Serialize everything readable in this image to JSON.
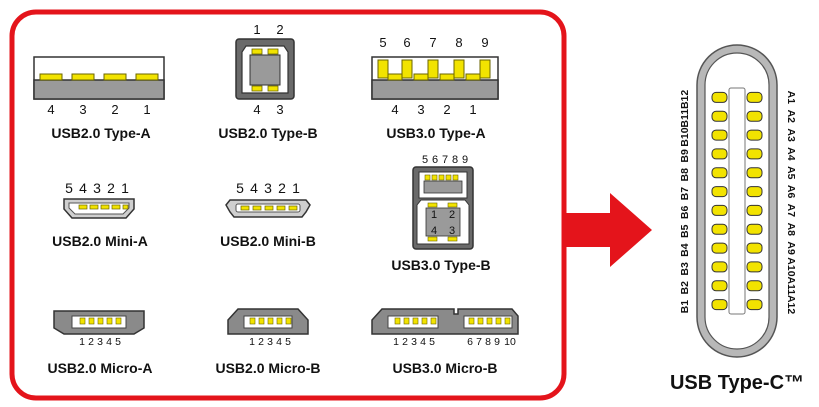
{
  "colors": {
    "frame_red": "#e4141b",
    "gold": "#f2e300",
    "gold_stroke": "#6b6600",
    "metal": "#9a9a9a",
    "dark": "#4a4a4a"
  },
  "connectors": {
    "usb2_type_a": {
      "name": "USB2.0 Type-A",
      "pins": [
        "4",
        "3",
        "2",
        "1"
      ]
    },
    "usb2_type_b": {
      "name": "USB2.0 Type-B",
      "pins_top": [
        "1",
        "2"
      ],
      "pins_bottom": [
        "4",
        "3"
      ]
    },
    "usb3_type_a": {
      "name": "USB3.0 Type-A",
      "pins_top": [
        "5",
        "6",
        "7",
        "8",
        "9"
      ],
      "pins_bottom": [
        "4",
        "3",
        "2",
        "1"
      ]
    },
    "usb2_mini_a": {
      "name": "USB2.0 Mini-A",
      "pins": [
        "5",
        "4",
        "3",
        "2",
        "1"
      ]
    },
    "usb2_mini_b": {
      "name": "USB2.0 Mini-B",
      "pins": [
        "5",
        "4",
        "3",
        "2",
        "1"
      ]
    },
    "usb3_type_b": {
      "name": "USB3.0 Type-B",
      "pins_top": [
        "5",
        "6",
        "7",
        "8",
        "9"
      ],
      "pins_inner_top": [
        "1",
        "2"
      ],
      "pins_inner_bottom": [
        "4",
        "3"
      ]
    },
    "usb2_micro_a": {
      "name": "USB2.0 Micro-A",
      "pins": [
        "1",
        "2",
        "3",
        "4",
        "5"
      ]
    },
    "usb2_micro_b": {
      "name": "USB2.0 Micro-B",
      "pins": [
        "1",
        "2",
        "3",
        "4",
        "5"
      ]
    },
    "usb3_micro_b": {
      "name": "USB3.0 Micro-B",
      "pins_left": [
        "1",
        "2",
        "3",
        "4",
        "5"
      ],
      "pins_right": [
        "6",
        "7",
        "8",
        "9",
        "10"
      ]
    }
  },
  "type_c": {
    "name": "USB Type-C™",
    "left_pins": [
      "B1",
      "B2",
      "B3",
      "B4",
      "B5",
      "B6",
      "B7",
      "B8",
      "B9",
      "B10",
      "B11",
      "B12"
    ],
    "right_pins": [
      "A1",
      "A2",
      "A3",
      "A4",
      "A5",
      "A6",
      "A7",
      "A8",
      "A9",
      "A10",
      "A11",
      "A12"
    ]
  }
}
